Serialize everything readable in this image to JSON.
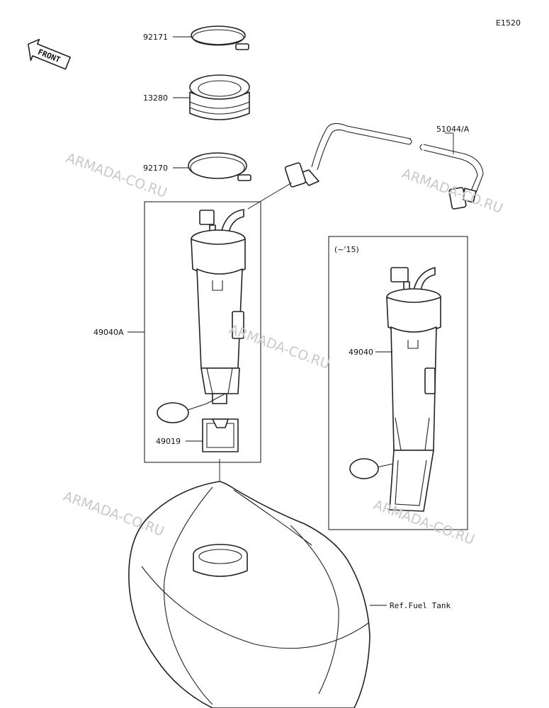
{
  "figure_code": "E1520",
  "front_label": "FRONT",
  "watermark": "ARMADA-CO.RU",
  "variant_label": "(~'15)",
  "callouts": {
    "p92171": "92171",
    "p13280": "13280",
    "p92170": "92170",
    "p51044": "51044/A",
    "p49040A": "49040A",
    "p49040": "49040",
    "p49019": "49019",
    "ref_tank": "Ref.Fuel Tank"
  }
}
